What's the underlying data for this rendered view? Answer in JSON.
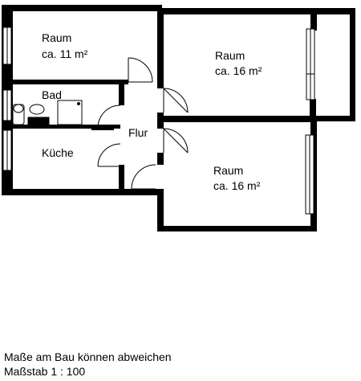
{
  "rooms": {
    "room_top_left": {
      "name": "Raum",
      "area": "ca. 11 m²"
    },
    "room_top_right": {
      "name": "Raum",
      "area": "ca. 16 m²"
    },
    "room_bottom_right": {
      "name": "Raum",
      "area": "ca. 16 m²"
    },
    "bathroom": {
      "name": "Bad"
    },
    "kitchen": {
      "name": "Küche"
    },
    "hallway": {
      "name": "Flur"
    }
  },
  "footer": {
    "disclaimer": "Maße am Bau können abweichen",
    "scale": "Maßstab 1 : 100"
  }
}
